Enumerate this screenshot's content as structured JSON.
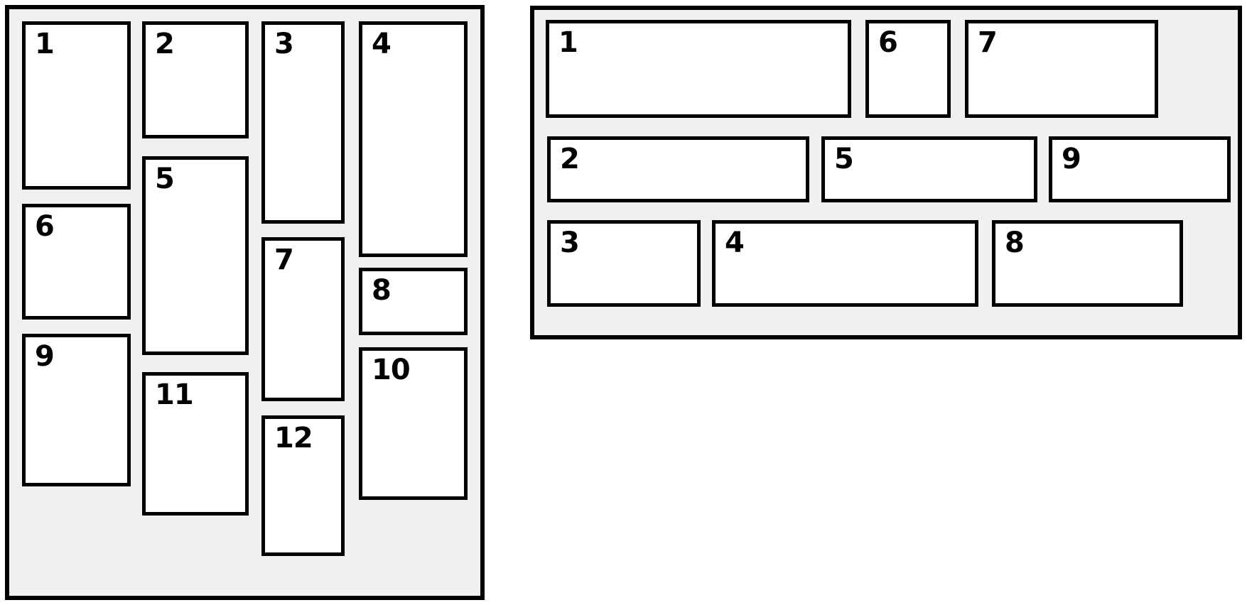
{
  "colors": {
    "panel_background": "#f0f0f0",
    "tile_background": "#ffffff",
    "border": "#000000",
    "label": "#000000"
  },
  "left_panel": {
    "tiles": [
      {
        "label": "1"
      },
      {
        "label": "2"
      },
      {
        "label": "3"
      },
      {
        "label": "4"
      },
      {
        "label": "5"
      },
      {
        "label": "6"
      },
      {
        "label": "7"
      },
      {
        "label": "8"
      },
      {
        "label": "9"
      },
      {
        "label": "10"
      },
      {
        "label": "11"
      },
      {
        "label": "12"
      }
    ]
  },
  "right_panel": {
    "tiles": [
      {
        "label": "1"
      },
      {
        "label": "2"
      },
      {
        "label": "3"
      },
      {
        "label": "4"
      },
      {
        "label": "5"
      },
      {
        "label": "6"
      },
      {
        "label": "7"
      },
      {
        "label": "8"
      },
      {
        "label": "9"
      }
    ]
  }
}
